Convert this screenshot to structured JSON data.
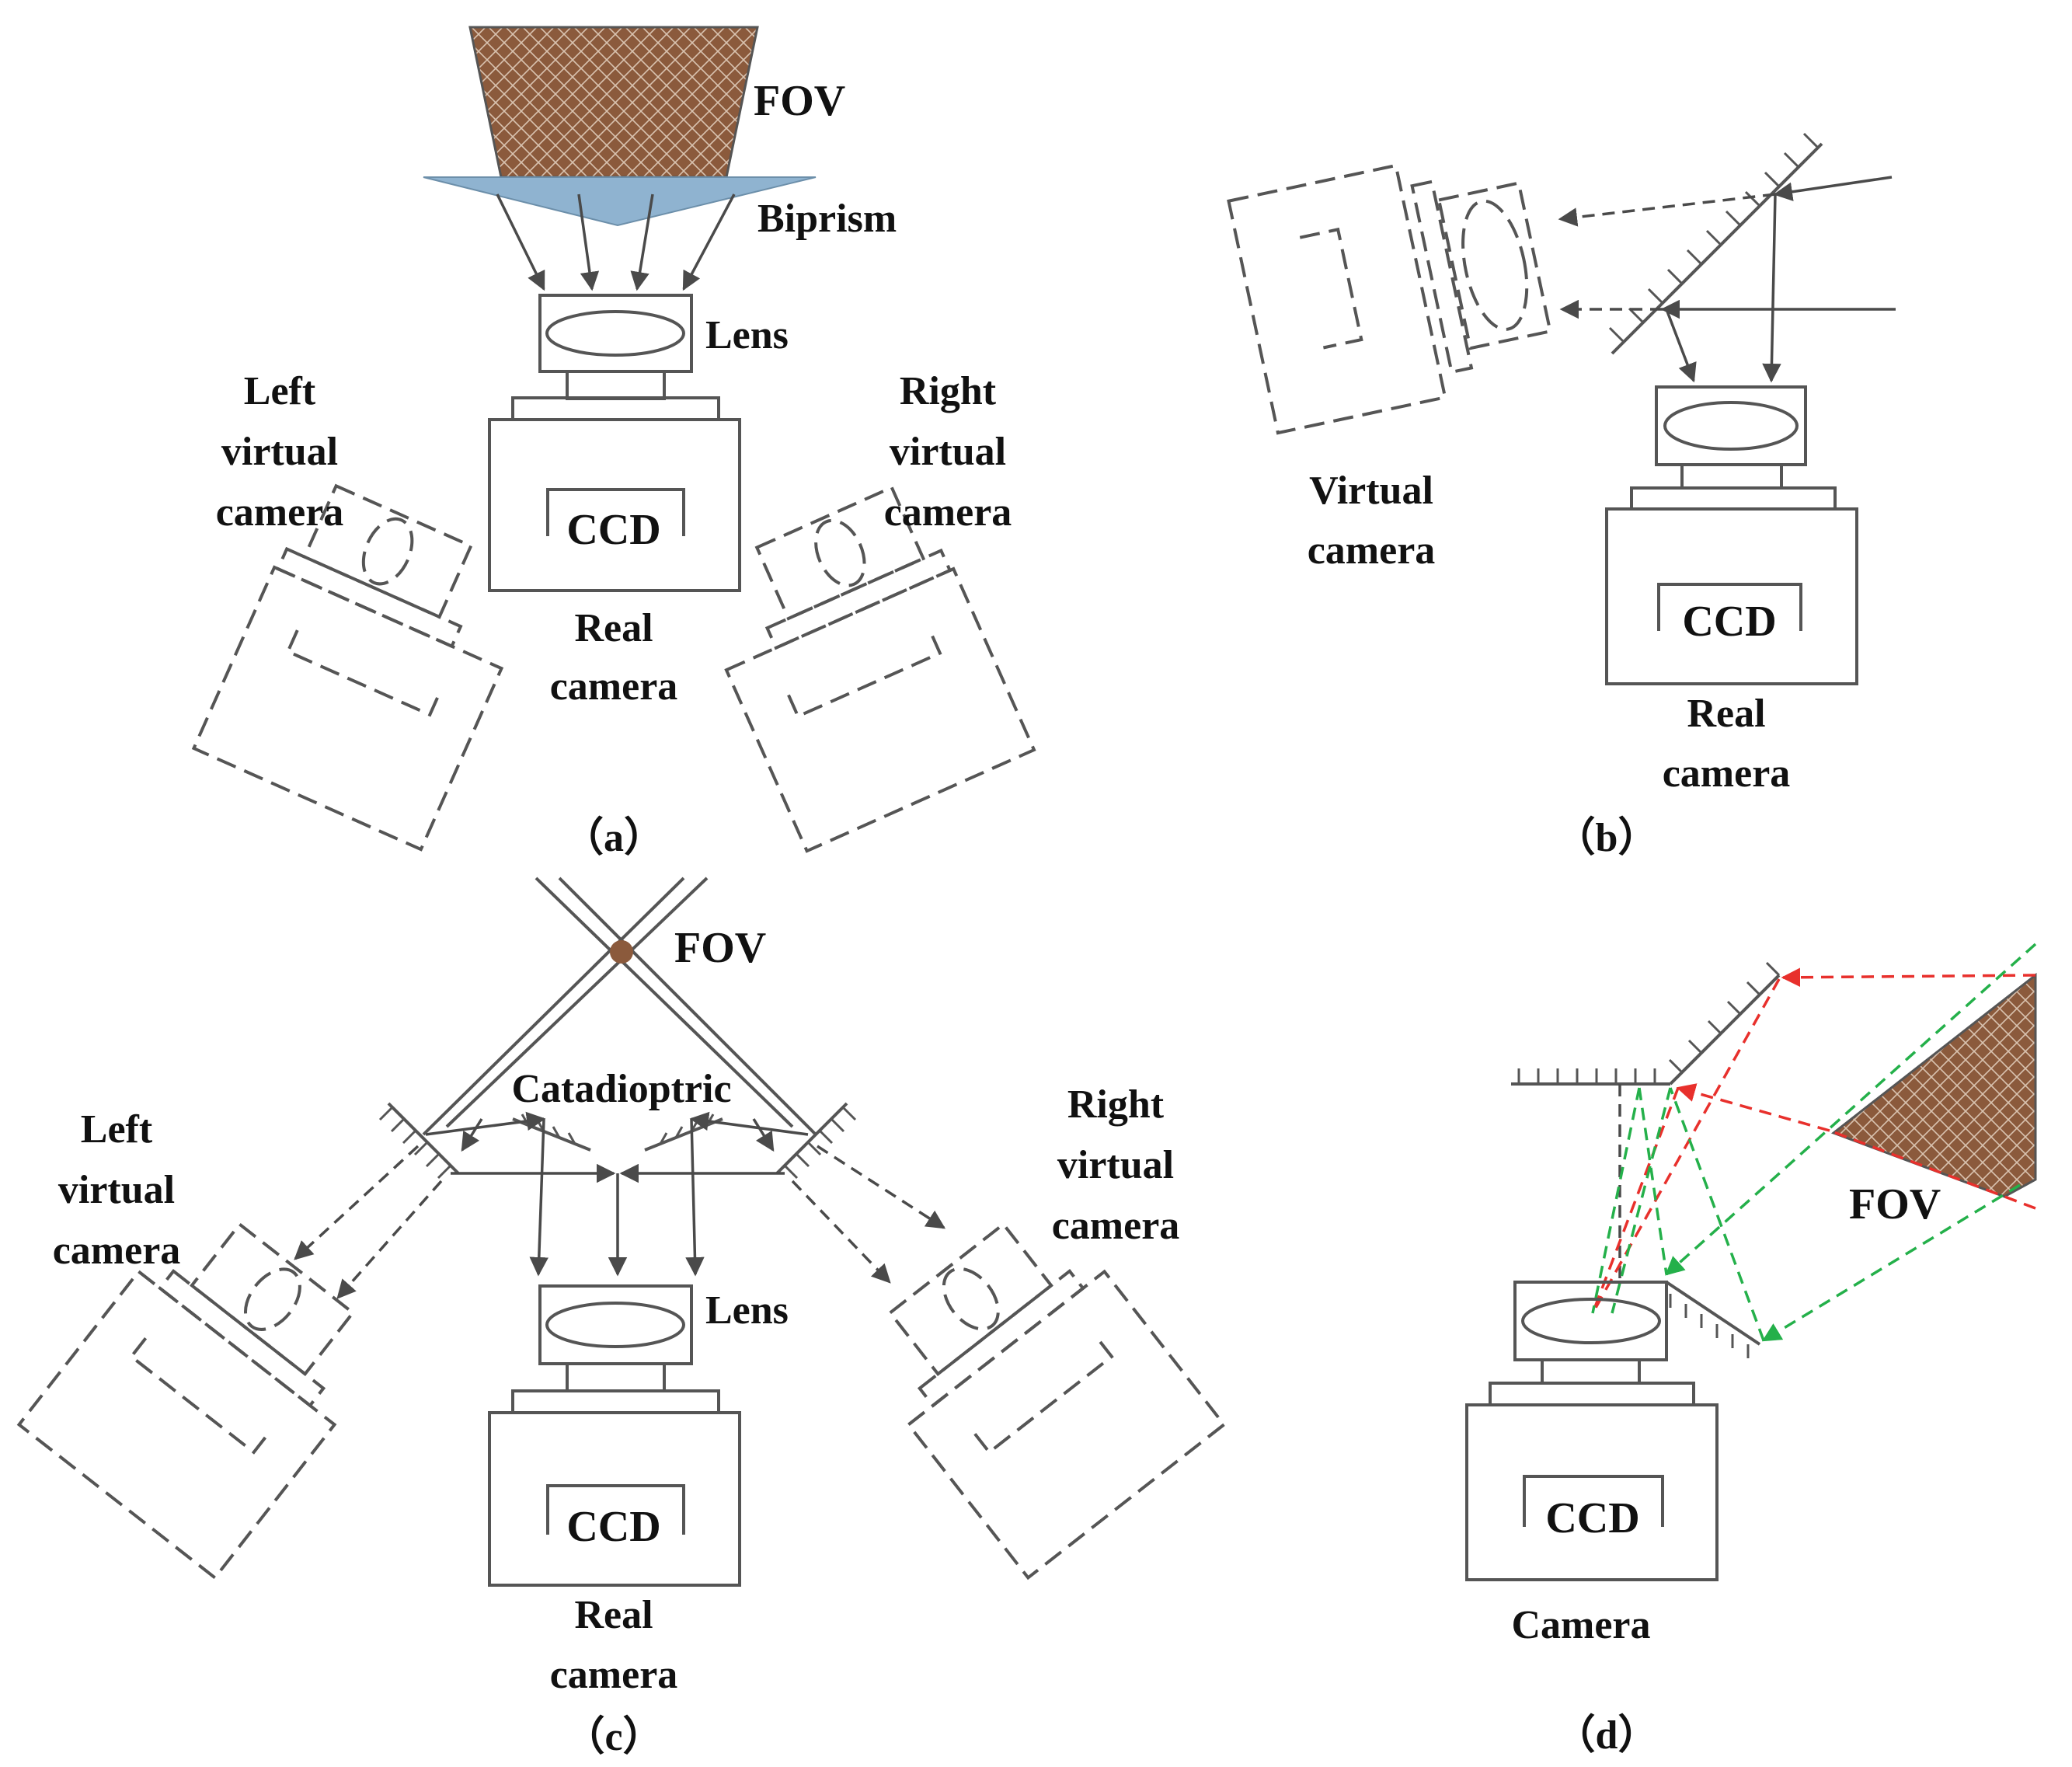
{
  "panels": {
    "a": {
      "caption": "（a）",
      "fov": "FOV",
      "biprism": "Biprism",
      "lens": "Lens",
      "left_virtual": [
        "Left",
        "virtual",
        "camera"
      ],
      "right_virtual": [
        "Right",
        "virtual",
        "camera"
      ],
      "ccd": "CCD",
      "real_camera": [
        "Real",
        "camera"
      ]
    },
    "b": {
      "caption": "（b）",
      "virtual_camera": [
        "Virtual",
        "camera"
      ],
      "ccd": "CCD",
      "real_camera": [
        "Real",
        "camera"
      ]
    },
    "c": {
      "caption": "（c）",
      "fov": "FOV",
      "catadioptric": "Catadioptric",
      "lens": "Lens",
      "left_virtual": [
        "Left",
        "virtual",
        "camera"
      ],
      "right_virtual": [
        "Right",
        "virtual",
        "camera"
      ],
      "ccd": "CCD",
      "real_camera": [
        "Real",
        "camera"
      ]
    },
    "d": {
      "caption": "（d）",
      "fov": "FOV",
      "ccd": "CCD",
      "camera": "Camera"
    }
  },
  "colors": {
    "fov_fill": "#8b5a3c",
    "biprism_fill": "#8fb3d0",
    "ray_red": "#e8302c",
    "ray_green": "#24b04a",
    "line": "#555555"
  }
}
